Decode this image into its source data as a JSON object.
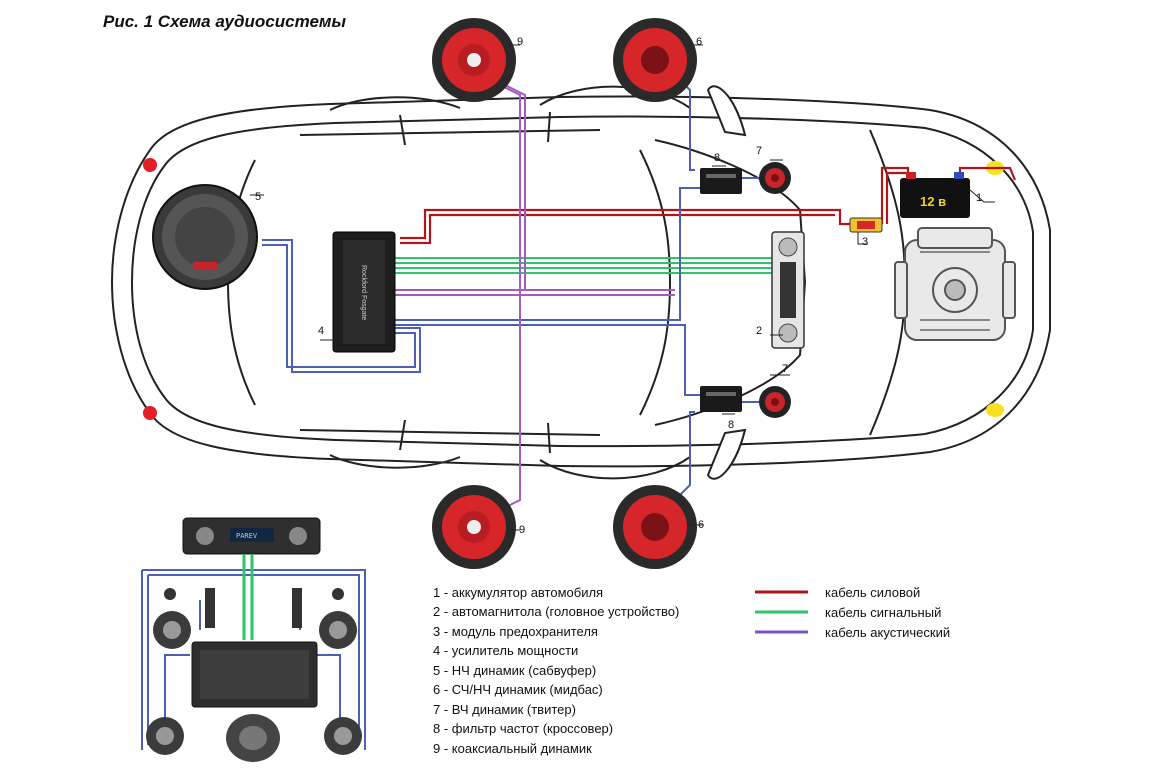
{
  "title": "Рис. 1 Схема аудиосистемы",
  "battery_label": "12 в",
  "head_unit_display": "PAREV",
  "component_numbers": {
    "n1": "1",
    "n2": "2",
    "n3": "3",
    "n4": "4",
    "n5": "5",
    "n6a": "6",
    "n6b": "6",
    "n7a": "7",
    "n7b": "7",
    "n8a": "8",
    "n8b": "8",
    "n9a": "9",
    "n9b": "9"
  },
  "components": [
    "1 - аккумулятор автомобиля",
    "2 - автомагнитола (головное устройство)",
    "3 - модуль предохранителя",
    "4 - усилитель мощности",
    "5 - НЧ динамик (сабвуфер)",
    "6 - СЧ/НЧ динамик (мидбас)",
    "7 - ВЧ динамик (твитер)",
    "8 - фильтр частот (кроссовер)",
    "9 - коаксиальный динамик"
  ],
  "cables": [
    {
      "label": "кабель силовой",
      "color": "#b0151c"
    },
    {
      "label": "кабель сигнальный",
      "color": "#2fc46a"
    },
    {
      "label": "кабель акустический",
      "color": "#7a55c8"
    }
  ],
  "colors": {
    "power": "#b0151c",
    "signal": "#2fc46a",
    "acoustic_blue": "#4b5fb5",
    "acoustic_purple": "#a35bbf",
    "speaker_red": "#d7262a",
    "car_outline": "#222222"
  }
}
